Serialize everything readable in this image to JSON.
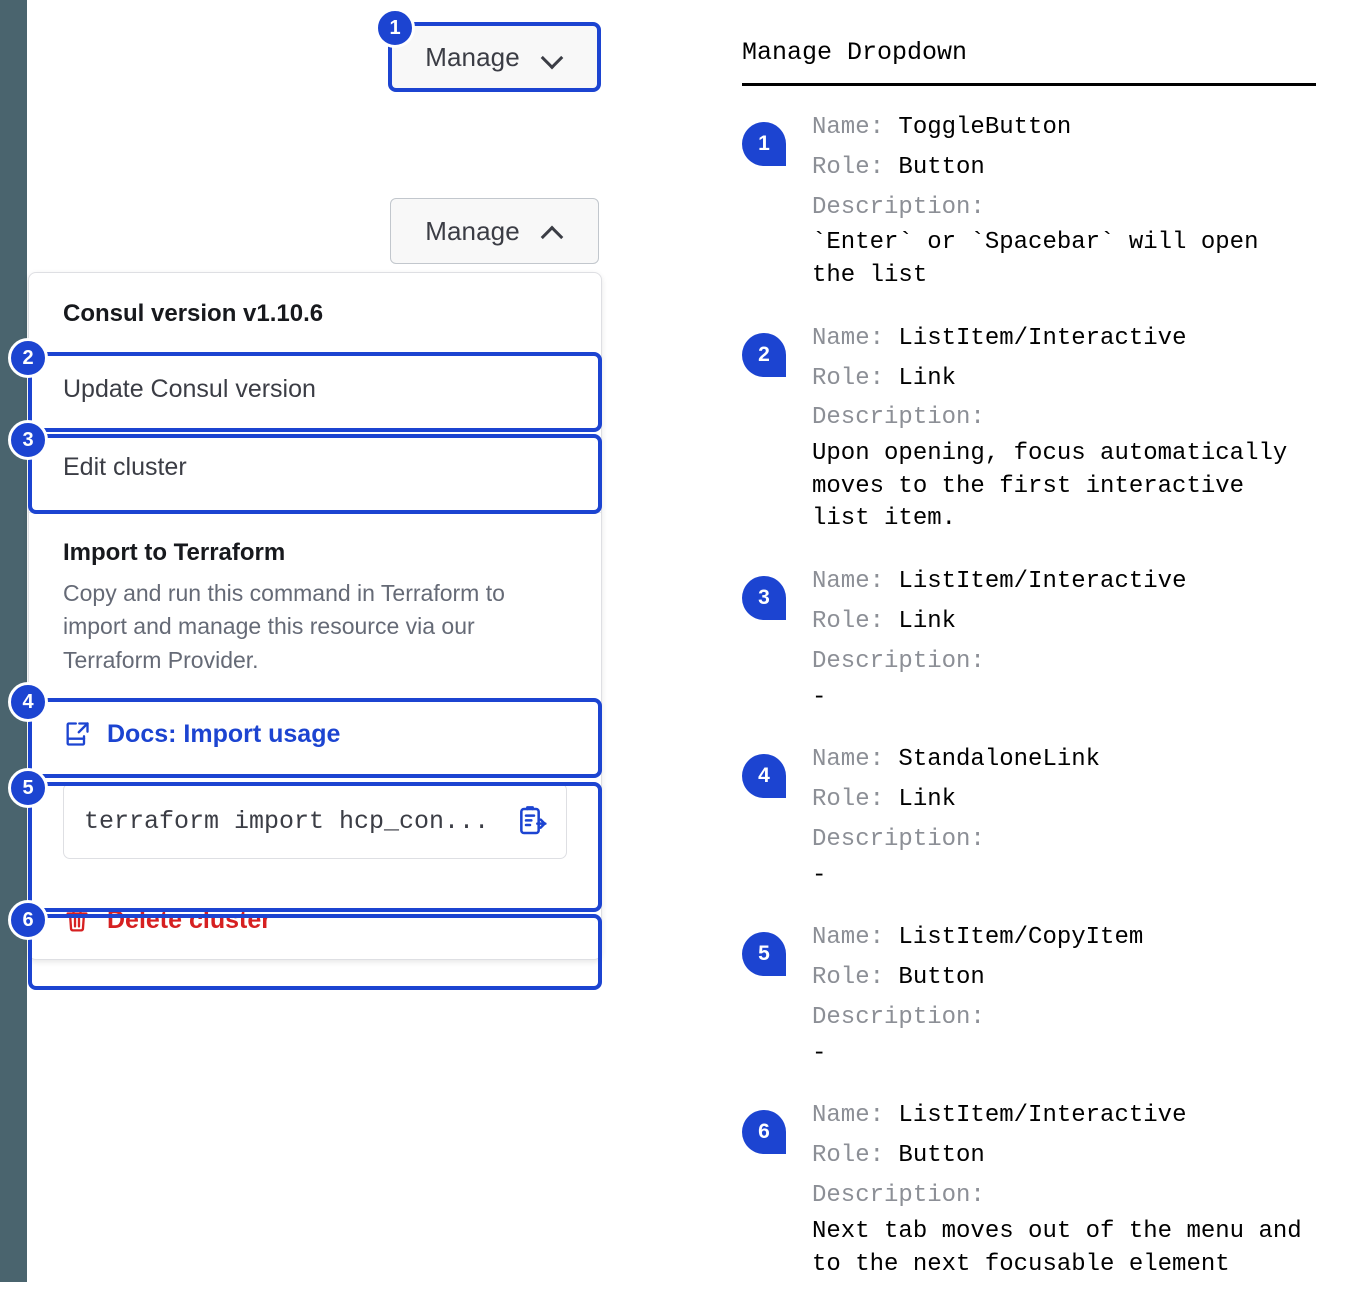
{
  "theme": {
    "accent_blue": "#1c44d1",
    "danger_red": "#d62021",
    "rail": "#4a646e",
    "muted_text": "#656a76"
  },
  "demo": {
    "toggle_button_focused": {
      "label": "Manage",
      "chevron": "chevron-down-icon"
    },
    "toggle_button_open": {
      "label": "Manage",
      "chevron": "chevron-up-icon"
    },
    "dropdown": {
      "version_header": "Consul version v1.10.6",
      "items": [
        {
          "label": "Update Consul version"
        },
        {
          "label": "Edit cluster"
        }
      ],
      "terraform_section": {
        "title": "Import to Terraform",
        "body": "Copy and run this command in Terraform to import and manage this resource via our Terraform Provider.",
        "docs_link": "Docs: Import usage",
        "docs_icon": "docs-external-link-icon",
        "command": "terraform import hcp_con...",
        "copy_icon": "copy-to-clipboard-icon"
      },
      "delete": {
        "label": "Delete cluster",
        "icon": "trash-icon"
      }
    },
    "badges": [
      "1",
      "2",
      "3",
      "4",
      "5",
      "6"
    ]
  },
  "panel": {
    "title": "Manage Dropdown",
    "labels": {
      "name": "Name:",
      "role": "Role:",
      "description": "Description:"
    },
    "annotations": [
      {
        "number": "1",
        "name": "ToggleButton",
        "role": "Button",
        "description": "`Enter` or `Spacebar` will open\nthe list"
      },
      {
        "number": "2",
        "name": "ListItem/Interactive",
        "role": "Link",
        "description": "Upon opening, focus automatically\nmoves to the first interactive\nlist item."
      },
      {
        "number": "3",
        "name": "ListItem/Interactive",
        "role": "Link",
        "description": "-"
      },
      {
        "number": "4",
        "name": "StandaloneLink",
        "role": "Link",
        "description": "-"
      },
      {
        "number": "5",
        "name": "ListItem/CopyItem",
        "role": "Button",
        "description": "-"
      },
      {
        "number": "6",
        "name": "ListItem/Interactive",
        "role": "Button",
        "description": "Next tab moves out of the menu and\nto the next focusable element"
      }
    ]
  }
}
